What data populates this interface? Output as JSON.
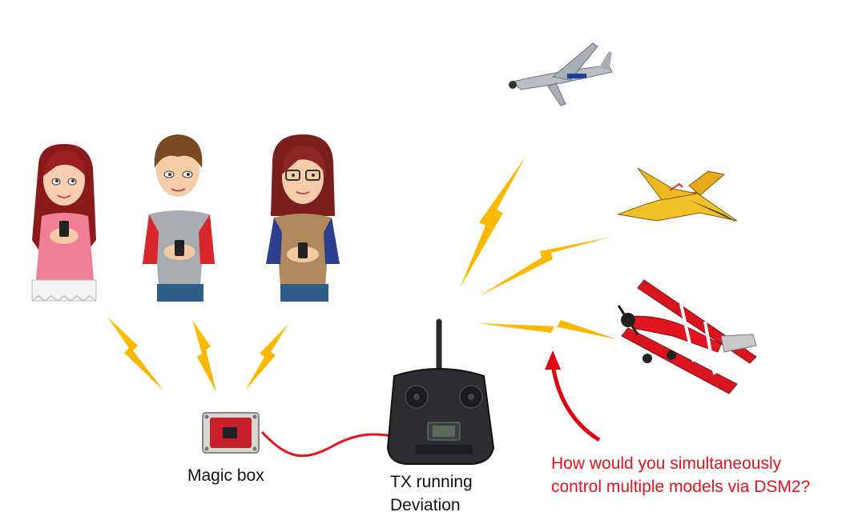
{
  "labels": {
    "magic_box": "Magic box",
    "tx_line1": "TX running",
    "tx_line2": "Deviation",
    "question_line1": "How would you simultaneously",
    "question_line2": "control multiple models via DSM2?"
  },
  "colors": {
    "lightning": "#FFC000",
    "cable": "#E8101A",
    "question_text": "#E8101A",
    "arrow": "#E00010"
  },
  "icons": {
    "people": [
      "girl-person-icon",
      "boy-person-icon",
      "glasses-person-icon"
    ],
    "planes": [
      "warbird-plane-icon",
      "yellow-jet-icon",
      "red-biplane-icon"
    ],
    "devices": [
      "magic-box-icon",
      "rc-transmitter-icon"
    ]
  }
}
